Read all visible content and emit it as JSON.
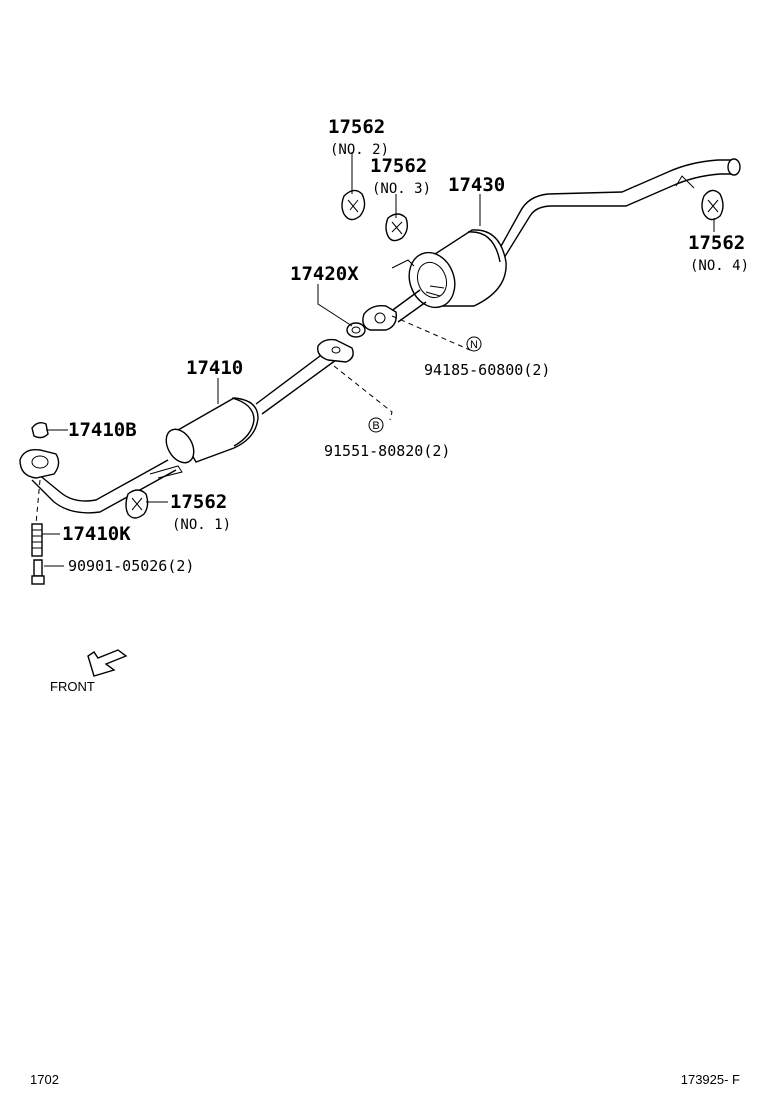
{
  "labels": {
    "p17562_no2": "17562",
    "p17562_no2_sub": "(NO. 2)",
    "p17562_no3": "17562",
    "p17562_no3_sub": "(NO. 3)",
    "p17430": "17430",
    "p17562_no4": "17562",
    "p17562_no4_sub": "(NO. 4)",
    "p17420x": "17420X",
    "p94185": "94185-60800(2)",
    "ref_n": "N",
    "p17410": "17410",
    "p91551": "91551-80820(2)",
    "ref_b": "B",
    "p17410b": "17410B",
    "p17562_no1": "17562",
    "p17562_no1_sub": "(NO. 1)",
    "p17410k": "17410K",
    "p90901": "90901-05026(2)",
    "front": "FRONT"
  },
  "footer": {
    "left_code": "1702",
    "right_code": "173925- F"
  }
}
